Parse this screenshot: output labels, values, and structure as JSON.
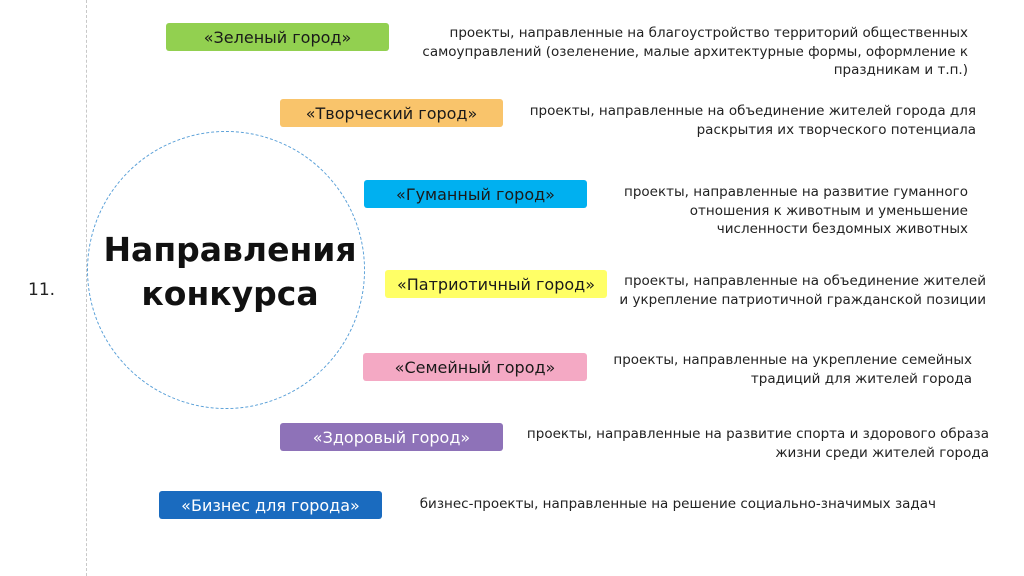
{
  "slide_number": "11.",
  "center": {
    "line1": "Направления",
    "line2": "конкурса"
  },
  "items": [
    {
      "label": "«Зеленый город»",
      "color": "#92d050",
      "text": "проекты, направленные на благоустройство территорий общественных\nсамоуправлений (озеленение, малые архитектурные формы, оформление к\nпраздникам и т.п.)"
    },
    {
      "label": "«Творческий город»",
      "color": "#f9c46b",
      "text": "проекты, направленные на объединение жителей города для\nраскрытия их творческого потенциала"
    },
    {
      "label": "«Гуманный город»",
      "color": "#00b0f0",
      "text": "проекты, направленные на развитие гуманного\nотношения к животным и уменьшение\nчисленности бездомных животных"
    },
    {
      "label": "«Патриотичный город»",
      "color": "#ffff66",
      "text": "проекты, направленные на объединение жителей\nи укрепление патриотичной гражданской позиции"
    },
    {
      "label": "«Семейный город»",
      "color": "#f4a9c4",
      "text": "проекты, направленные на укрепление семейных\nтрадиций для жителей города"
    },
    {
      "label": "«Здоровый город»",
      "color": "#8e72b8",
      "text": "проекты, направленные на развитие спорта и здорового образа\nжизни среди жителей города"
    },
    {
      "label": "«Бизнес для города»",
      "color": "#1a6bbf",
      "text": "бизнес-проекты, направленные на решение социально-значимых задач"
    }
  ]
}
